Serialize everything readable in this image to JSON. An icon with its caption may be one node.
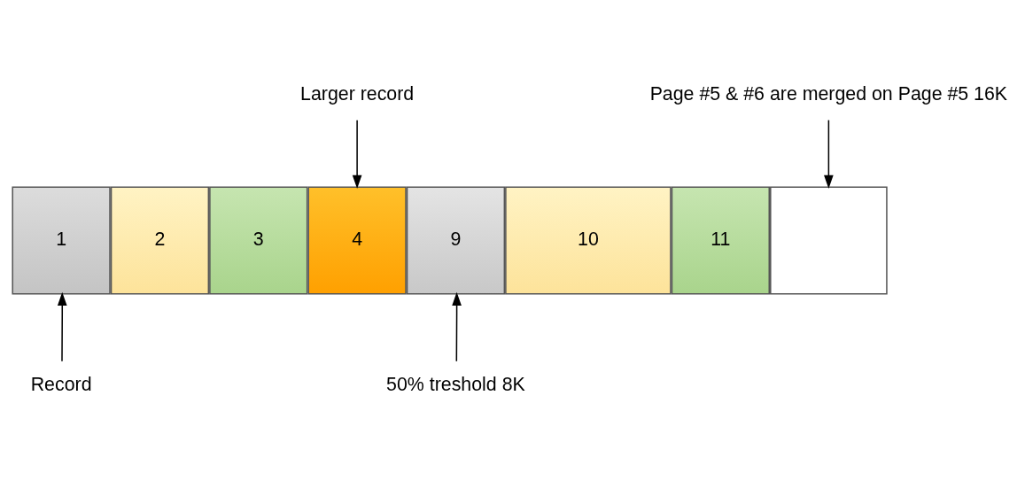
{
  "diagram": {
    "nodes": [
      {
        "text": [
          "Page #5 & #6 are merged on Page #5 16K"
        ]
      },
      {
        "text": [
          "Larger record"
        ]
      },
      {
        "text": [
          "1"
        ]
      },
      {
        "text": [
          "2"
        ]
      },
      {
        "text": [
          "3"
        ]
      },
      {
        "text": [
          "4"
        ]
      },
      {
        "text": [
          "9"
        ]
      },
      {
        "text": [
          "10"
        ]
      },
      {
        "text": [
          "11"
        ]
      },
      {
        "text": [],
        "shape": "box"
      },
      {
        "text": [
          "Record"
        ]
      },
      {
        "text": [
          "50% treshold 8K"
        ]
      }
    ],
    "edges": [
      {
        "from": 0,
        "to": 9,
        "arrow": "to"
      },
      {
        "from": 1,
        "to": 5,
        "arrow": "to"
      },
      {
        "from": 10,
        "to": 2,
        "arrow": "to"
      },
      {
        "from": 11,
        "to": 6,
        "arrow": "to"
      }
    ]
  }
}
